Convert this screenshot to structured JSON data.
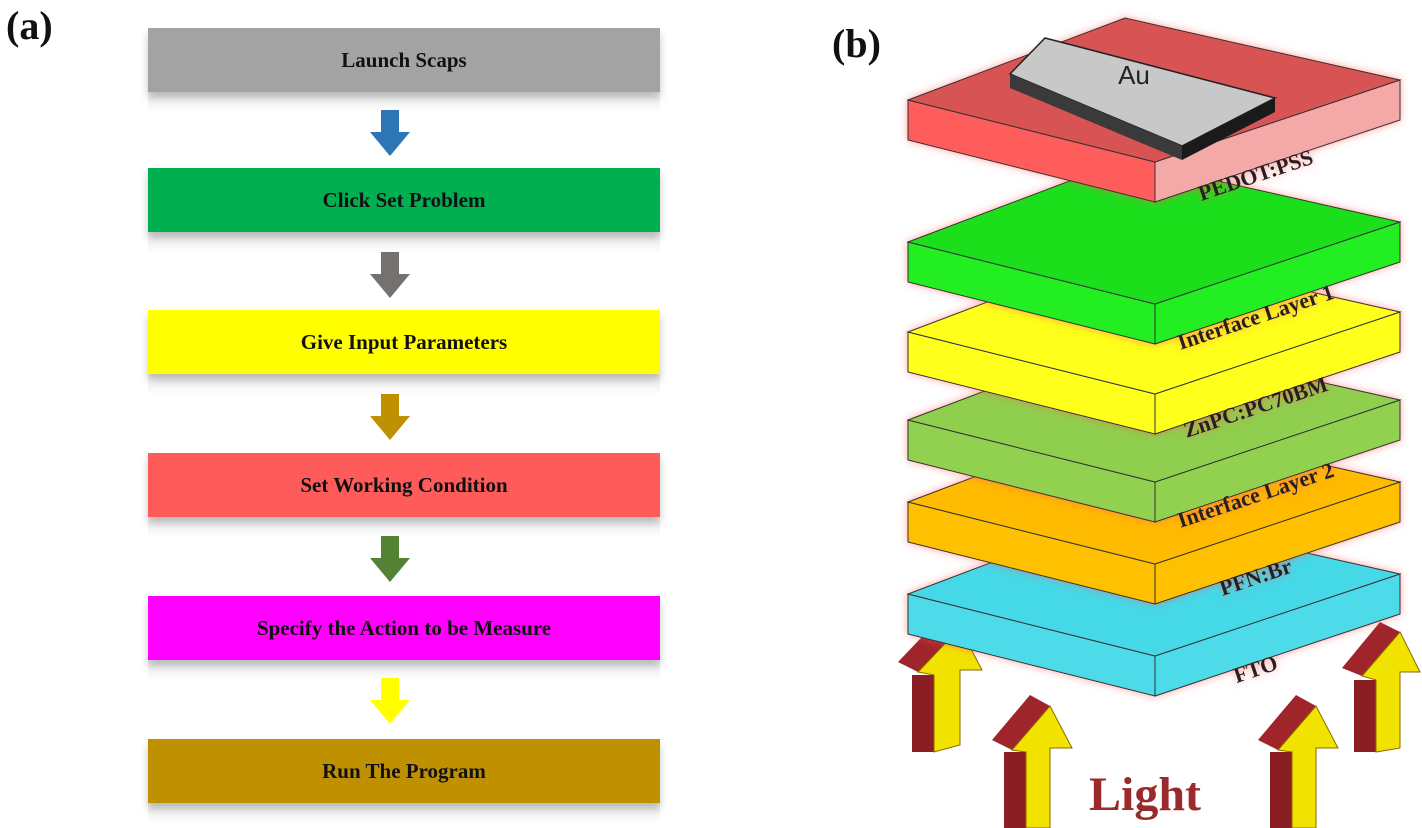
{
  "panel_a": {
    "label": "(a)",
    "steps": [
      {
        "label": "Launch Scaps",
        "color": "#a3a3a3"
      },
      {
        "label": "Click Set Problem",
        "color": "#00af50"
      },
      {
        "label": "Give Input Parameters",
        "color": "#ffff00"
      },
      {
        "label": "Set Working Condition",
        "color": "#ff5b5b"
      },
      {
        "label": "Specify the Action to be Measure",
        "color": "#ff00ff"
      },
      {
        "label": "Run The Program",
        "color": "#bf9000"
      }
    ],
    "arrow_colors": [
      "#2e75b6",
      "#767171",
      "#bf9000",
      "#548235",
      "#ffff00"
    ]
  },
  "panel_b": {
    "label": "(b)",
    "contact": "Au",
    "layers_top_to_bottom": [
      {
        "name": "PEDOT:PSS",
        "top": "#d85252",
        "left": "#ff5b5b",
        "right": "#f4a9a8"
      },
      {
        "name": "Interface Layer 1",
        "top": "#1edf1e",
        "left": "#22ee22",
        "right": "#22ee22"
      },
      {
        "name": "ZnPC:PC70BM",
        "top": "#ffff1a",
        "left": "#ffff1a",
        "right": "#ffff1a"
      },
      {
        "name": "Interface Layer 2",
        "top": "#8fcf4d",
        "left": "#92d050",
        "right": "#92d050"
      },
      {
        "name": "PFN:Br",
        "top": "#ffbb00",
        "left": "#ffc000",
        "right": "#ffc000"
      },
      {
        "name": "FTO",
        "top": "#45d9e8",
        "left": "#4ddbea",
        "right": "#4ddbea"
      }
    ],
    "light_label": "Light"
  }
}
